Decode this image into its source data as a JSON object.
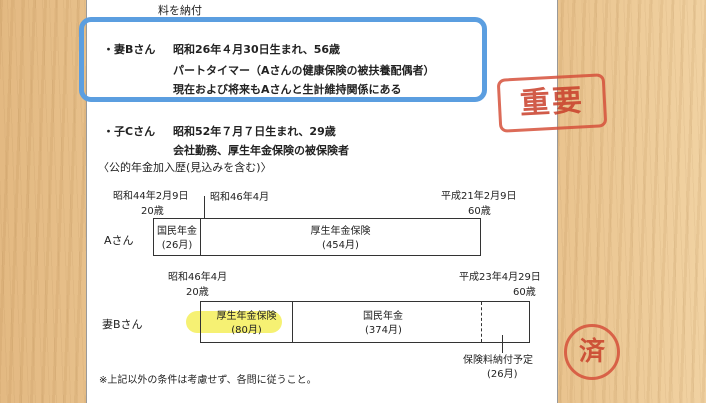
{
  "top": {
    "fragment": "料を納付"
  },
  "spouse": {
    "label": "・妻Bさん",
    "line1": "昭和26年４月30日生まれ、56歳",
    "line2": "パートタイマー（Aさんの健康保険の被扶養配偶者）",
    "line3": "現在および将来もAさんと生計維持関係にある"
  },
  "child": {
    "label": "・子Cさん",
    "line1": "昭和52年７月７日生まれ、29歳",
    "line2": "会社勤務、厚生年金保険の被保険者"
  },
  "history_title": "〈公的年金加入歴(見込みを含む)〉",
  "a": {
    "name": "Aさん",
    "date_start": "昭和44年2月9日",
    "age_start": "20歳",
    "date_mid": "昭和46年4月",
    "date_end": "平成21年2月9日",
    "age_end": "60歳",
    "seg1_name": "国民年金",
    "seg1_months": "(26月)",
    "seg2_name": "厚生年金保険",
    "seg2_months": "(454月)"
  },
  "b": {
    "name": "妻Bさん",
    "date_start": "昭和46年4月",
    "age_start": "20歳",
    "date_end": "平成23年4月29日",
    "age_end": "60歳",
    "seg1_name": "厚生年金保険",
    "seg1_months": "(80月)",
    "seg2_name": "国民年金",
    "seg2_months": "(374月)",
    "note1": "保険料納付予定",
    "note2": "(26月)"
  },
  "footnote": "※上記以外の条件は考慮せず、各問に従うこと。",
  "stamps": {
    "important": "重要",
    "done": "済"
  },
  "colors": {
    "highlight_frame": "#5b9ee0",
    "marker": "#f4ef5a",
    "stamp": "#c93f2a"
  }
}
